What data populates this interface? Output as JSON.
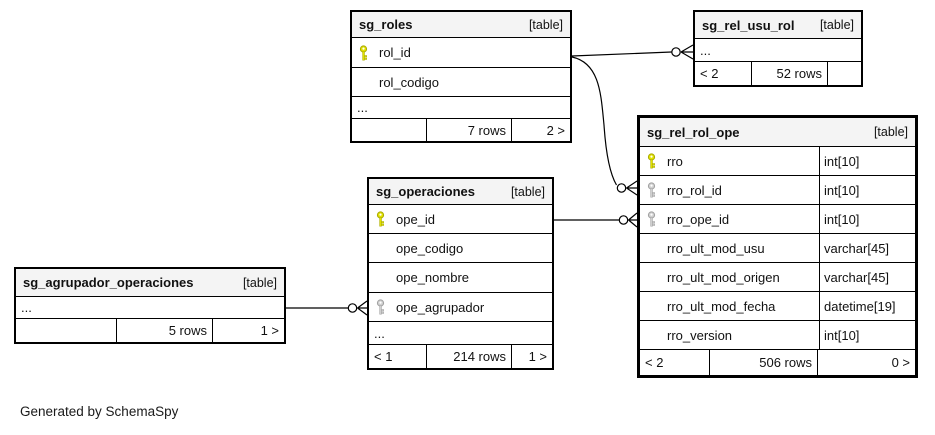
{
  "page": {
    "note": "Generated by SchemaSpy",
    "colors": {
      "background": "#ffffff",
      "table_header_bg": "#f4f4f4",
      "border": "#000000",
      "primary_key_fill": "#e2e200",
      "primary_key_stroke": "#a9a900",
      "foreign_key_fill": "#d0d0d0",
      "foreign_key_stroke": "#a0a0a0"
    }
  },
  "icons": {
    "primary_key": "key-icon",
    "foreign_key": "key-icon"
  },
  "tables": {
    "sg_roles": {
      "name": "sg_roles",
      "tag": "[table]",
      "columns": [
        {
          "name": "rol_id",
          "key": "primary"
        },
        {
          "name": "rol_codigo",
          "key": ""
        }
      ],
      "ellipsis": "...",
      "footer": {
        "left": "",
        "rows": "7 rows",
        "right": "2 >"
      }
    },
    "sg_rel_usu_rol": {
      "name": "sg_rel_usu_rol",
      "tag": "[table]",
      "ellipsis": "...",
      "footer": {
        "left": "< 2",
        "rows": "52 rows",
        "right": ""
      }
    },
    "sg_rel_rol_ope": {
      "name": "sg_rel_rol_ope",
      "tag": "[table]",
      "columns": [
        {
          "name": "rro",
          "type": "int[10]",
          "key": "primary"
        },
        {
          "name": "rro_rol_id",
          "type": "int[10]",
          "key": "foreign"
        },
        {
          "name": "rro_ope_id",
          "type": "int[10]",
          "key": "foreign"
        },
        {
          "name": "rro_ult_mod_usu",
          "type": "varchar[45]",
          "key": ""
        },
        {
          "name": "rro_ult_mod_origen",
          "type": "varchar[45]",
          "key": ""
        },
        {
          "name": "rro_ult_mod_fecha",
          "type": "datetime[19]",
          "key": ""
        },
        {
          "name": "rro_version",
          "type": "int[10]",
          "key": ""
        }
      ],
      "footer": {
        "left": "< 2",
        "rows": "506 rows",
        "right": "0 >"
      }
    },
    "sg_operaciones": {
      "name": "sg_operaciones",
      "tag": "[table]",
      "columns": [
        {
          "name": "ope_id",
          "key": "primary"
        },
        {
          "name": "ope_codigo",
          "key": ""
        },
        {
          "name": "ope_nombre",
          "key": ""
        },
        {
          "name": "ope_agrupador",
          "key": "foreign"
        }
      ],
      "ellipsis": "...",
      "footer": {
        "left": "< 1",
        "rows": "214 rows",
        "right": "1 >"
      }
    },
    "sg_agrupador_operaciones": {
      "name": "sg_agrupador_operaciones",
      "tag": "[table]",
      "ellipsis": "...",
      "footer": {
        "left": "",
        "rows": "5 rows",
        "right": "1 >"
      }
    }
  },
  "relationships": [
    {
      "from": "sg_roles.rol_id",
      "to": "sg_rel_usu_rol"
    },
    {
      "from": "sg_roles.rol_id",
      "to": "sg_rel_rol_ope.rro_rol_id"
    },
    {
      "from": "sg_operaciones.ope_id",
      "to": "sg_rel_rol_ope.rro_ope_id"
    },
    {
      "from": "sg_agrupador_operaciones",
      "to": "sg_operaciones.ope_agrupador"
    }
  ]
}
